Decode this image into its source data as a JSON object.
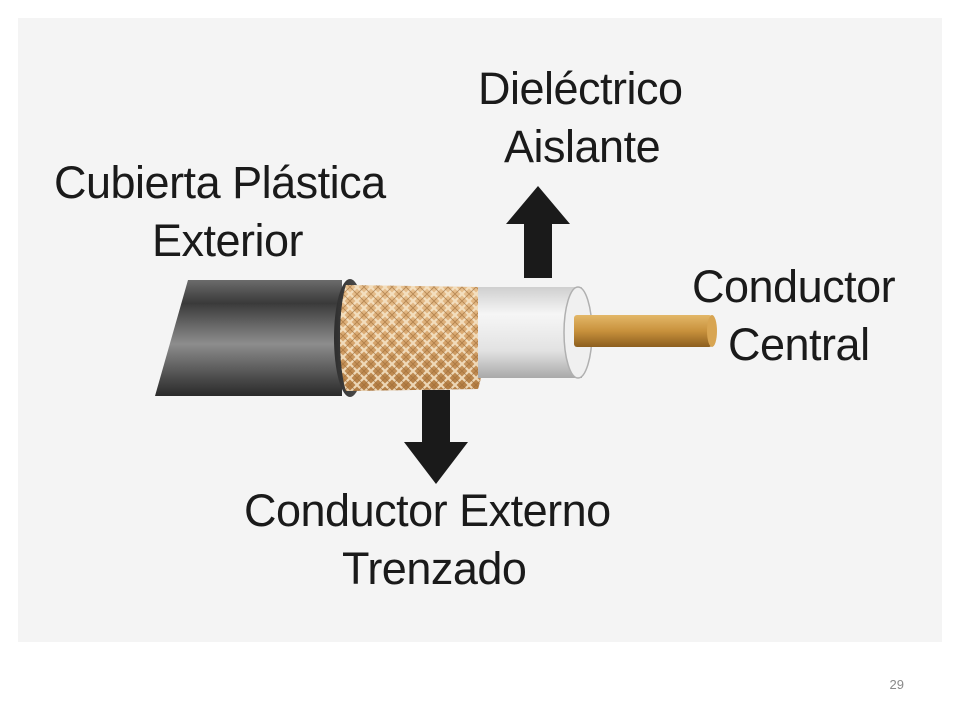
{
  "diagram": {
    "labels": {
      "jacket": {
        "line1": "Cubierta Plástica",
        "line2": "Exterior"
      },
      "dielectric": {
        "line1": "Dieléctrico",
        "line2": "Aislante"
      },
      "center_conductor": {
        "line1": "Conductor",
        "line2": "Central"
      },
      "outer_conductor": {
        "line1": "Conductor Externo",
        "line2": "Trenzado"
      }
    },
    "colors": {
      "panel_background": "#f4f4f4",
      "jacket": "#4a4a4a",
      "braid": "#d9a870",
      "dielectric": "#e6e6e6",
      "center_conductor": "#c8913c",
      "arrows": "#1a1a1a",
      "text": "#1a1a1a"
    }
  },
  "footer": {
    "page_number": "29"
  }
}
